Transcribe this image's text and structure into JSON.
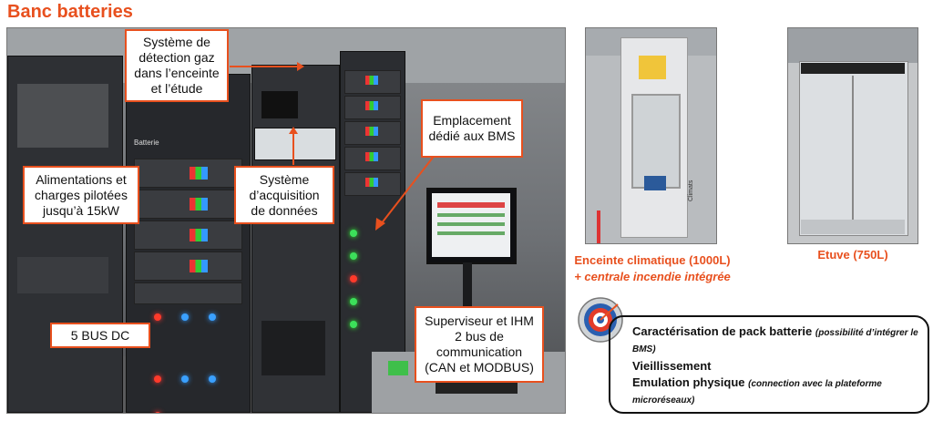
{
  "title": "Banc batteries",
  "callouts": {
    "gas": "Système de détection gaz dans l’enceinte et l’étude",
    "bms": "Emplacement dédié aux BMS",
    "power": "Alimentations et charges pilotées jusqu’à 15kW",
    "acq": "Système d’acquisition de données",
    "bus": "5 BUS DC",
    "supervisor": "Superviseur et IHM 2 bus de communication (CAN et MODBUS)"
  },
  "photo_labels": {
    "rack_label": "Batterie",
    "chamber_label": "Climats"
  },
  "captions": {
    "chamber_line1": "Enceinte climatique (1000L)",
    "chamber_line2": "+ centrale incendie intégrée",
    "oven": "Etuve (750L)"
  },
  "features": [
    {
      "main": "Caractérisation de pack batterie",
      "note": "(possibilité d’intégrer le BMS)"
    },
    {
      "main": "Vieillissement",
      "note": ""
    },
    {
      "main": "Emulation physique",
      "note": "(connection avec la plateforme microréseaux)"
    }
  ],
  "colors": {
    "accent": "#e8501e"
  }
}
